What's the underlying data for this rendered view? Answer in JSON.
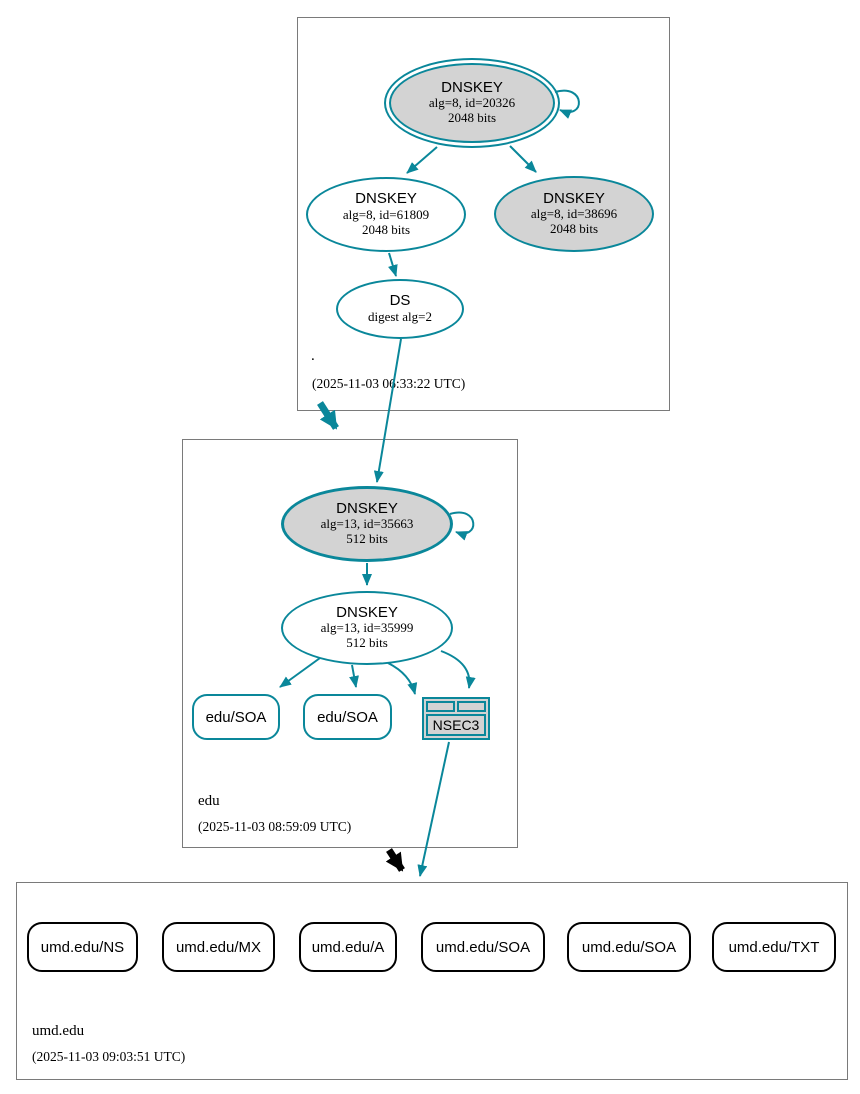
{
  "colors": {
    "secure_teal": "#0a879a",
    "node_fill_gray": "#d3d3d3",
    "zone_border_gray": "#808080",
    "delegation_black": "#000000"
  },
  "zones": {
    "root": {
      "name": ".",
      "timestamp": "(2025-11-03 06:33:22 UTC)"
    },
    "edu": {
      "name": "edu",
      "timestamp": "(2025-11-03 08:59:09 UTC)"
    },
    "umd_edu": {
      "name": "umd.edu",
      "timestamp": "(2025-11-03 09:03:51 UTC)"
    }
  },
  "nodes": {
    "root_ksk": {
      "title": "DNSKEY",
      "line1": "alg=8, id=20326",
      "line2": "2048 bits"
    },
    "root_zsk": {
      "title": "DNSKEY",
      "line1": "alg=8, id=61809",
      "line2": "2048 bits"
    },
    "root_key2": {
      "title": "DNSKEY",
      "line1": "alg=8, id=38696",
      "line2": "2048 bits"
    },
    "root_ds": {
      "title": "DS",
      "line1": "digest alg=2"
    },
    "edu_ksk": {
      "title": "DNSKEY",
      "line1": "alg=13, id=35663",
      "line2": "512 bits"
    },
    "edu_zsk": {
      "title": "DNSKEY",
      "line1": "alg=13, id=35999",
      "line2": "512 bits"
    },
    "edu_soa1": {
      "label": "edu/SOA"
    },
    "edu_soa2": {
      "label": "edu/SOA"
    },
    "edu_nsec3": {
      "label": "NSEC3"
    },
    "umd_ns": {
      "label": "umd.edu/NS"
    },
    "umd_mx": {
      "label": "umd.edu/MX"
    },
    "umd_a": {
      "label": "umd.edu/A"
    },
    "umd_soa1": {
      "label": "umd.edu/SOA"
    },
    "umd_soa2": {
      "label": "umd.edu/SOA"
    },
    "umd_txt": {
      "label": "umd.edu/TXT"
    }
  }
}
